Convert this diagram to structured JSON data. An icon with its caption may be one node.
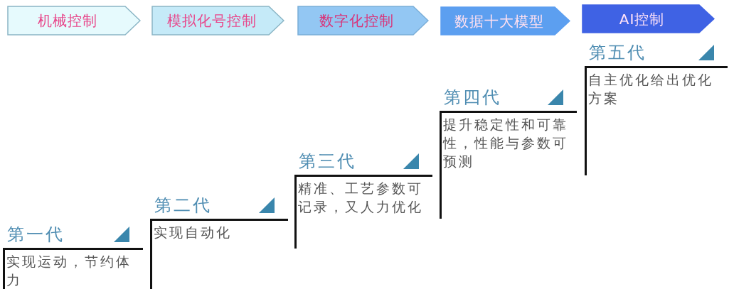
{
  "diagram": {
    "nodes": [
      {
        "text": [
          "机械控制"
        ]
      },
      {
        "text": [
          "模拟化号控制"
        ]
      },
      {
        "text": [
          "数字化控制"
        ]
      },
      {
        "text": [
          "数据十大模型"
        ]
      },
      {
        "text": [
          "AI控制"
        ]
      },
      {
        "text": [
          "第一代",
          "实现运动，节约体力"
        ]
      },
      {
        "text": [
          "第二代",
          "实现自动化"
        ]
      },
      {
        "text": [
          "第三代",
          "精准、工艺参数可记录，又人力优化"
        ]
      },
      {
        "text": [
          "第四代",
          "提升稳定性和可靠性，性能与参数可预测"
        ]
      },
      {
        "text": [
          "第五代",
          "自主优化给出优化方案"
        ]
      }
    ]
  }
}
